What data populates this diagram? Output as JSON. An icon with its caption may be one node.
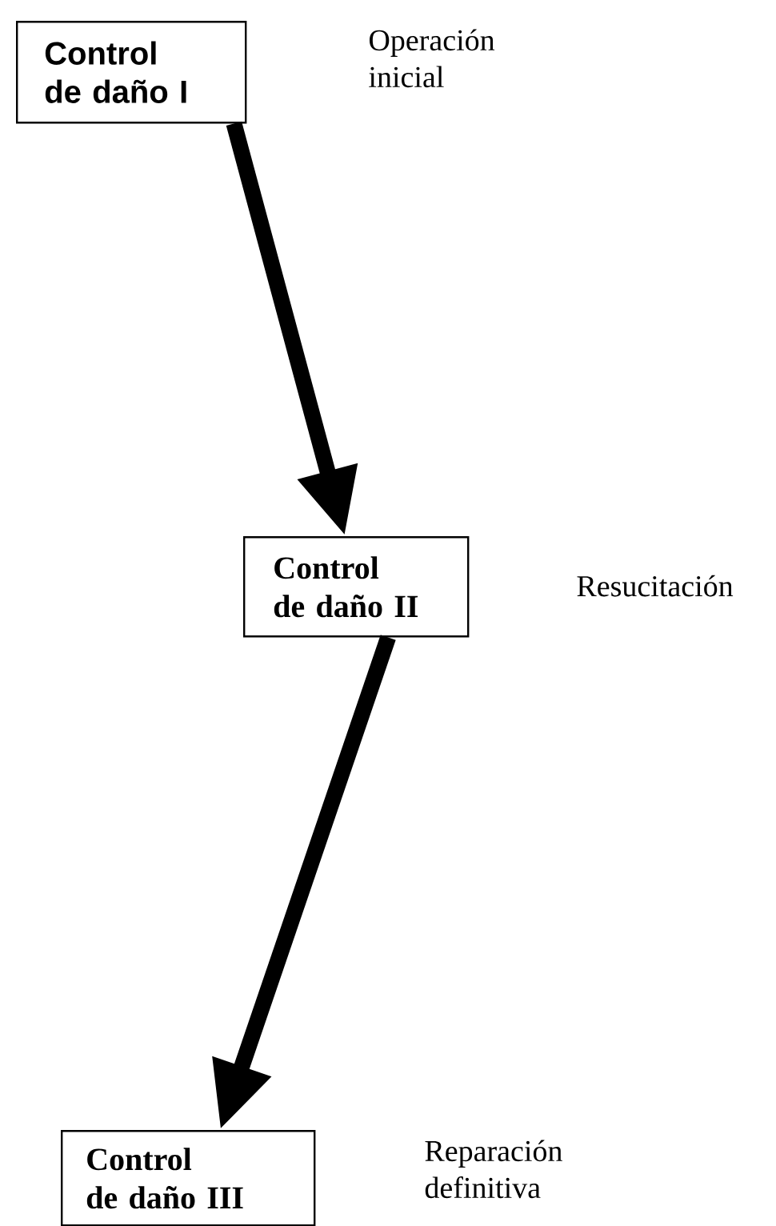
{
  "diagram": {
    "nodes": [
      {
        "text": [
          "Control de daño I"
        ]
      },
      {
        "text": [
          "Control de daño II"
        ]
      },
      {
        "text": [
          "Control de daño III"
        ]
      }
    ],
    "edges": [
      {
        "from": 0,
        "to": 1,
        "arrow": "to"
      },
      {
        "from": 1,
        "to": 2,
        "arrow": "to"
      }
    ],
    "labels": [
      "Operación inicial",
      "Resucitación",
      "Reparación definitiva"
    ]
  }
}
